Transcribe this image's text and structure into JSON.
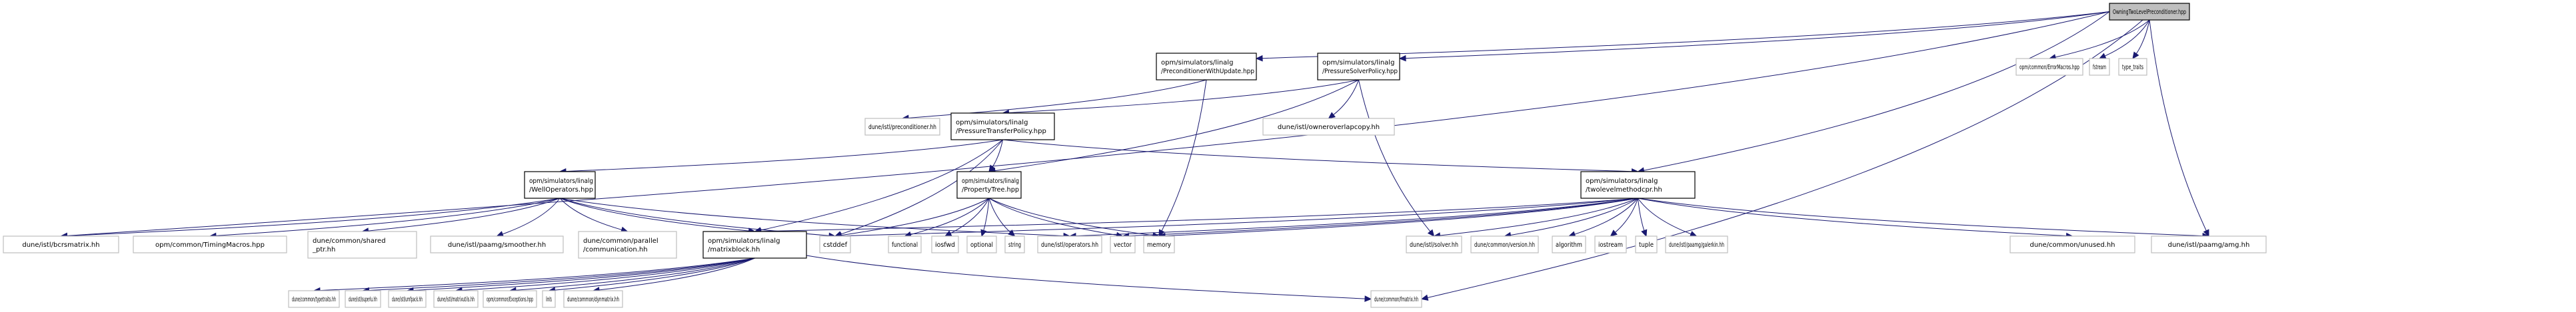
{
  "graph_title": "OwningTwoLevelPreconditioner.hpp include dependency graph",
  "colors": {
    "edge": "#191970",
    "root_fill": "#bfbfbf",
    "local_border": "#000000",
    "external_border": "#bfbfbf"
  },
  "nodes": [
    {
      "id": "root",
      "kind": "root",
      "lines": [
        "OwningTwoLevelPreconditioner.hpp"
      ]
    },
    {
      "id": "pwu",
      "kind": "local",
      "lines": [
        "opm/simulators/linalg",
        "/PreconditionerWithUpdate.hpp"
      ]
    },
    {
      "id": "psp",
      "kind": "local",
      "lines": [
        "opm/simulators/linalg",
        "/PressureSolverPolicy.hpp"
      ]
    },
    {
      "id": "errmac",
      "kind": "ext",
      "lines": [
        "opm/common/ErrorMacros.hpp"
      ]
    },
    {
      "id": "fstream",
      "kind": "ext",
      "lines": [
        "fstream"
      ]
    },
    {
      "id": "typetraits_std",
      "kind": "ext",
      "lines": [
        "type_traits"
      ]
    },
    {
      "id": "precond",
      "kind": "ext",
      "lines": [
        "dune/istl/preconditioner.hh"
      ]
    },
    {
      "id": "ptp",
      "kind": "local",
      "lines": [
        "opm/simulators/linalg",
        "/PressureTransferPolicy.hpp"
      ]
    },
    {
      "id": "ooc",
      "kind": "ext",
      "lines": [
        "dune/istl/owneroverlapcopy.hh"
      ]
    },
    {
      "id": "wellops",
      "kind": "local",
      "lines": [
        "opm/simulators/linalg",
        "/WellOperators.hpp"
      ]
    },
    {
      "id": "ptree",
      "kind": "local",
      "lines": [
        "opm/simulators/linalg",
        "/PropertyTree.hpp"
      ]
    },
    {
      "id": "tlm",
      "kind": "local",
      "lines": [
        "opm/simulators/linalg",
        "/twolevelmethodcpr.hh"
      ]
    },
    {
      "id": "bcrs",
      "kind": "ext",
      "lines": [
        "dune/istl/bcrsmatrix.hh"
      ]
    },
    {
      "id": "timing",
      "kind": "ext",
      "lines": [
        "opm/common/TimingMacros.hpp"
      ]
    },
    {
      "id": "sharedptr",
      "kind": "ext",
      "lines": [
        "dune/common/shared",
        "_ptr.hh"
      ]
    },
    {
      "id": "smoother",
      "kind": "ext",
      "lines": [
        "dune/istl/paamg/smoother.hh"
      ]
    },
    {
      "id": "comm",
      "kind": "ext",
      "lines": [
        "dune/common/parallel",
        "/communication.hh"
      ]
    },
    {
      "id": "matblock",
      "kind": "local",
      "lines": [
        "opm/simulators/linalg",
        "/matrixblock.hh"
      ]
    },
    {
      "id": "cstddef",
      "kind": "ext",
      "lines": [
        "cstddef"
      ]
    },
    {
      "id": "functional",
      "kind": "ext",
      "lines": [
        "functional"
      ]
    },
    {
      "id": "iosfwd",
      "kind": "ext",
      "lines": [
        "iosfwd"
      ]
    },
    {
      "id": "optional",
      "kind": "ext",
      "lines": [
        "optional"
      ]
    },
    {
      "id": "string",
      "kind": "ext",
      "lines": [
        "string"
      ]
    },
    {
      "id": "operators",
      "kind": "ext",
      "lines": [
        "dune/istl/operators.hh"
      ]
    },
    {
      "id": "vector",
      "kind": "ext",
      "lines": [
        "vector"
      ]
    },
    {
      "id": "memory",
      "kind": "ext",
      "lines": [
        "memory"
      ]
    },
    {
      "id": "solver",
      "kind": "ext",
      "lines": [
        "dune/istl/solver.hh"
      ]
    },
    {
      "id": "version",
      "kind": "ext",
      "lines": [
        "dune/common/version.hh"
      ]
    },
    {
      "id": "algorithm",
      "kind": "ext",
      "lines": [
        "algorithm"
      ]
    },
    {
      "id": "iostream",
      "kind": "ext",
      "lines": [
        "iostream"
      ]
    },
    {
      "id": "tuple",
      "kind": "ext",
      "lines": [
        "tuple"
      ]
    },
    {
      "id": "galerkin",
      "kind": "ext",
      "lines": [
        "dune/istl/paamg/galerkin.hh"
      ]
    },
    {
      "id": "unused",
      "kind": "ext",
      "lines": [
        "dune/common/unused.hh"
      ]
    },
    {
      "id": "amg",
      "kind": "ext",
      "lines": [
        "dune/istl/paamg/amg.hh"
      ]
    },
    {
      "id": "dtypetraits",
      "kind": "ext",
      "lines": [
        "dune/common/typetraits.hh"
      ]
    },
    {
      "id": "superlu",
      "kind": "ext",
      "lines": [
        "dune/istl/superlu.hh"
      ]
    },
    {
      "id": "umfpack",
      "kind": "ext",
      "lines": [
        "dune/istl/umfpack.hh"
      ]
    },
    {
      "id": "matutils",
      "kind": "ext",
      "lines": [
        "dune/istl/matrixutils.hh"
      ]
    },
    {
      "id": "exceptions",
      "kind": "ext",
      "lines": [
        "opm/common/Exceptions.hpp"
      ]
    },
    {
      "id": "limits",
      "kind": "ext",
      "lines": [
        "limits"
      ]
    },
    {
      "id": "dynmatrix",
      "kind": "ext",
      "lines": [
        "dune/common/dynmatrix.hh"
      ]
    },
    {
      "id": "fmatrix",
      "kind": "ext",
      "lines": [
        "dune/common/fmatrix.hh"
      ]
    }
  ],
  "edges": [
    [
      "root",
      "pwu"
    ],
    [
      "root",
      "psp"
    ],
    [
      "root",
      "errmac"
    ],
    [
      "root",
      "fstream"
    ],
    [
      "root",
      "typetraits_std"
    ],
    [
      "root",
      "tlm"
    ],
    [
      "root",
      "amg"
    ],
    [
      "root",
      "fmatrix"
    ],
    [
      "root",
      "bcrs"
    ],
    [
      "pwu",
      "precond"
    ],
    [
      "pwu",
      "memory"
    ],
    [
      "psp",
      "ptp"
    ],
    [
      "psp",
      "ooc"
    ],
    [
      "psp",
      "ptree"
    ],
    [
      "psp",
      "solver"
    ],
    [
      "ptp",
      "wellops"
    ],
    [
      "ptp",
      "ptree"
    ],
    [
      "ptp",
      "tlm"
    ],
    [
      "ptp",
      "matblock"
    ],
    [
      "ptp",
      "cstddef"
    ],
    [
      "wellops",
      "bcrs"
    ],
    [
      "wellops",
      "timing"
    ],
    [
      "wellops",
      "sharedptr"
    ],
    [
      "wellops",
      "smoother"
    ],
    [
      "wellops",
      "comm"
    ],
    [
      "wellops",
      "matblock"
    ],
    [
      "wellops",
      "cstddef"
    ],
    [
      "wellops",
      "operators"
    ],
    [
      "ptree",
      "functional"
    ],
    [
      "ptree",
      "iosfwd"
    ],
    [
      "ptree",
      "optional"
    ],
    [
      "ptree",
      "string"
    ],
    [
      "ptree",
      "vector"
    ],
    [
      "ptree",
      "memory"
    ],
    [
      "ptree",
      "cstddef"
    ],
    [
      "tlm",
      "operators"
    ],
    [
      "tlm",
      "vector"
    ],
    [
      "tlm",
      "memory"
    ],
    [
      "tlm",
      "solver"
    ],
    [
      "tlm",
      "version"
    ],
    [
      "tlm",
      "algorithm"
    ],
    [
      "tlm",
      "iostream"
    ],
    [
      "tlm",
      "tuple"
    ],
    [
      "tlm",
      "galerkin"
    ],
    [
      "tlm",
      "unused"
    ],
    [
      "tlm",
      "amg"
    ],
    [
      "tlm",
      "cstddef"
    ],
    [
      "tlm",
      "matblock"
    ],
    [
      "matblock",
      "dtypetraits"
    ],
    [
      "matblock",
      "superlu"
    ],
    [
      "matblock",
      "umfpack"
    ],
    [
      "matblock",
      "matutils"
    ],
    [
      "matblock",
      "exceptions"
    ],
    [
      "matblock",
      "limits"
    ],
    [
      "matblock",
      "dynmatrix"
    ],
    [
      "matblock",
      "fmatrix"
    ]
  ]
}
